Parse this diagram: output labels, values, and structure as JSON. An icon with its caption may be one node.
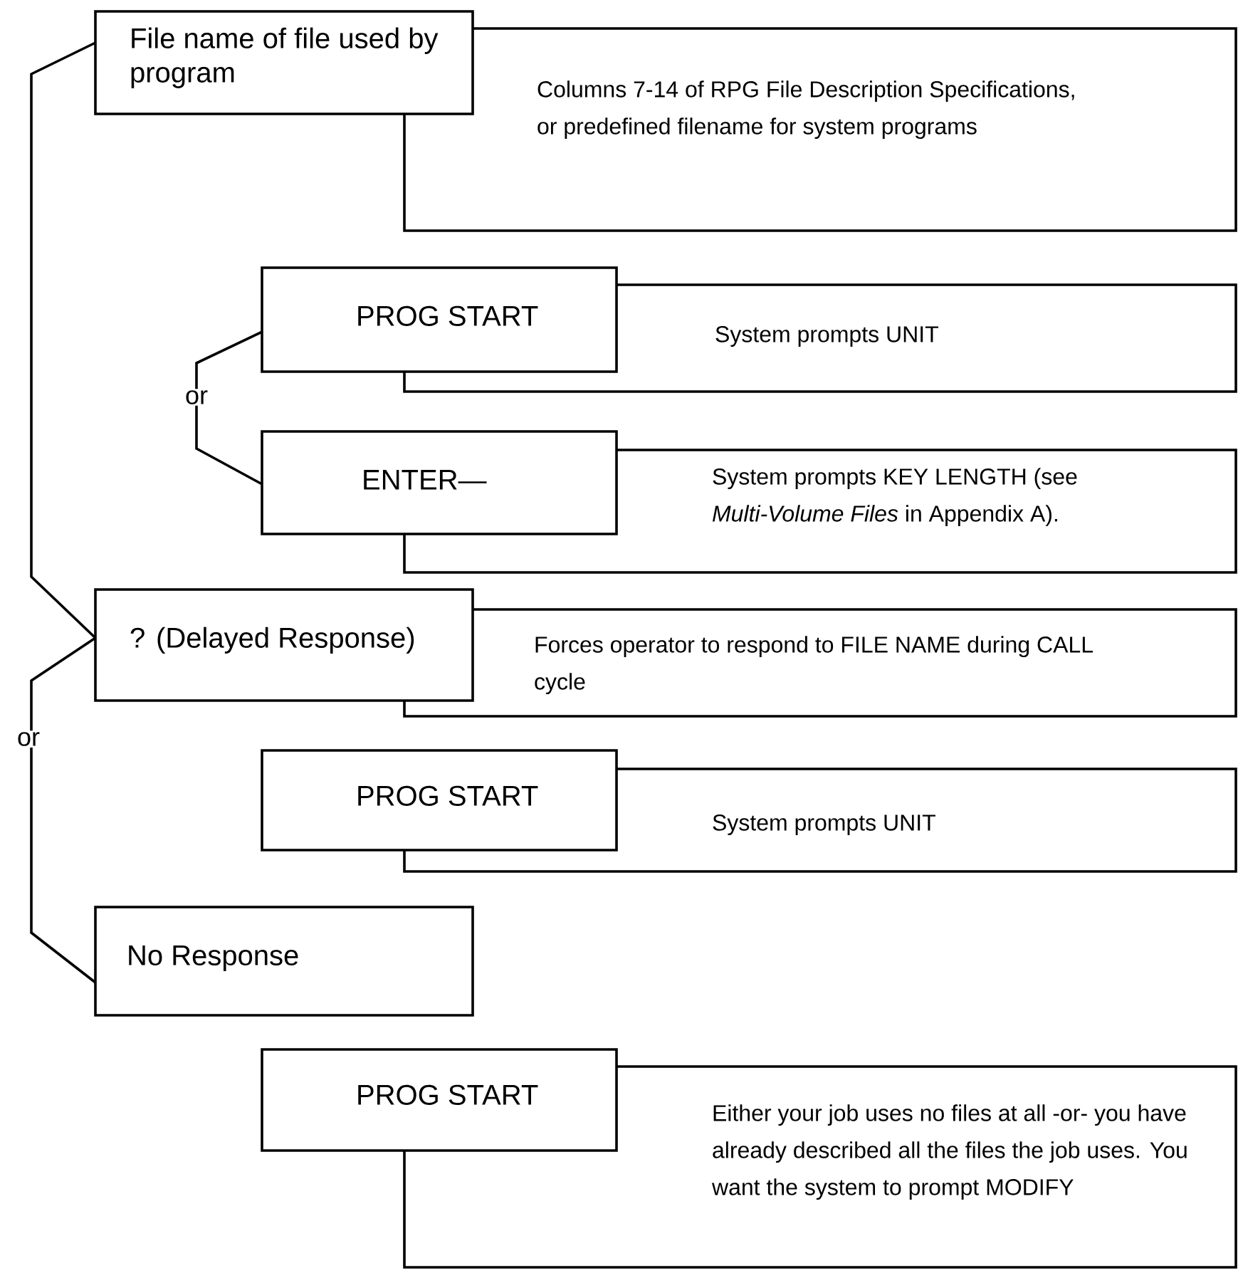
{
  "diagram": {
    "nodes": [
      {
        "text": [
          "File name of file used by program"
        ]
      },
      {
        "text": [
          "Columns 7-14 of RPG File Description Specifications, or predefined filename for system programs"
        ]
      },
      {
        "text": [
          "PROG START"
        ]
      },
      {
        "text": [
          "System prompts UNIT"
        ]
      },
      {
        "text": [
          "ENTER—"
        ]
      },
      {
        "text": [
          "System prompts KEY LENGTH (see *Multi-Volume Files* in Appendix A)."
        ]
      },
      {
        "text": [
          "? (Delayed Response)"
        ]
      },
      {
        "text": [
          "Forces operator to respond to FILE NAME during CALL cycle"
        ]
      },
      {
        "text": [
          "PROG START"
        ]
      },
      {
        "text": [
          "System prompts UNIT"
        ]
      },
      {
        "text": [
          "No Response"
        ]
      },
      {
        "text": [
          "PROG START"
        ]
      },
      {
        "text": [
          "Either your job uses no files at all -or- you have already described all the files the job uses.  You want the system to prompt MODIFY"
        ]
      }
    ],
    "edges": [
      {
        "from": 0,
        "to": 6,
        "arrow": "none"
      },
      {
        "from": 2,
        "to": 4,
        "arrow": "none",
        "label": "or"
      },
      {
        "from": 6,
        "to": 10,
        "arrow": "none",
        "label": "or"
      }
    ]
  }
}
